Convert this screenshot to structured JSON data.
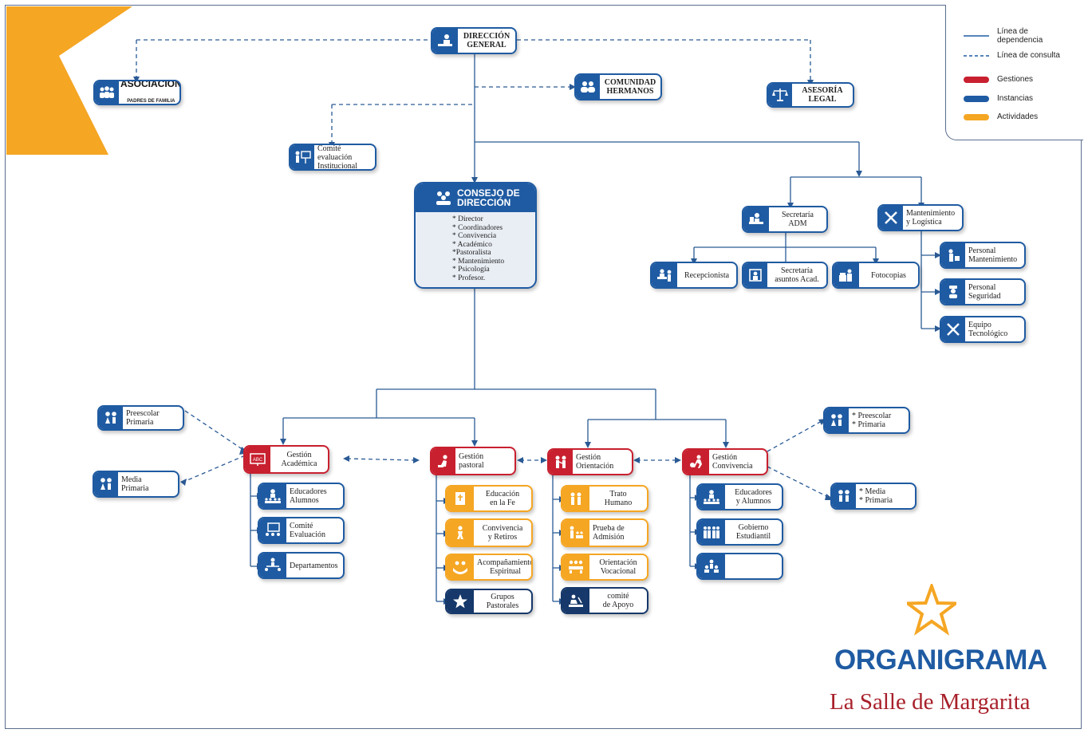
{
  "title": "ORGANIGRAMA",
  "subtitle": "La Salle de  Margarita",
  "colors": {
    "gestiones": "#c8202f",
    "instancias": "#1f5ba2",
    "actividades": "#f5a623"
  },
  "legend": {
    "solid_line": "Línea de dependencia",
    "dashed_line": "Línea de consulta",
    "gestiones": "Gestiones",
    "instancias": "Instancias",
    "actividades": "Actividades"
  },
  "top": {
    "direccion": "DIRECCIÓN\nGENERAL",
    "asociacion_l1": "ASOCIACIÓN",
    "asociacion_l2": "PADRES DE FAMILIA",
    "comunidad": "COMUNIDAD\nHERMANOS",
    "asesoria": "ASESORÍA\nLEGAL",
    "comite_eval": "Comité evaluación\nInstitucional"
  },
  "consejo": {
    "title": "CONSEJO DE\nDIRECCIÓN",
    "members": [
      "* Director",
      "* Coordinadores",
      "* Convivencia",
      "* Académico",
      "*Pastoralista",
      "* Mantenimiento",
      "* Psicología",
      "* Profesor."
    ]
  },
  "admin": {
    "secretaria_adm": "Secretaría\nADM",
    "mantenimiento": "Mantenimiento\ny Logística",
    "recepcionista": "Recepcionista",
    "secretaria_acad": "Secretaría\nasuntos Acad.",
    "fotocopias": "Fotocopias",
    "personal_mant": "Personal\nMantenimiento",
    "personal_seg": "Personal\nSeguridad",
    "equipo_tec": "Equipo\nTecnológico"
  },
  "gestiones": {
    "academica": "Gestión\nAcadémica",
    "pastoral": "Gestión\npastoral",
    "orientacion": "Gestión\nOrientación",
    "convivencia": "Gestión\nConvivencia"
  },
  "academica_items": {
    "preescolar": "Preescolar\nPrimaria",
    "media": "Media\nPrimaria",
    "educadores": "Educadores\nAlumnos",
    "comite": "Comité\nEvaluación",
    "departamentos": "Departamentos"
  },
  "pastoral_items": {
    "educacion_fe": "Educación\nen la Fe",
    "convivencia_retiros": "Convivencia\ny Retiros",
    "acompanamiento": "Acompañamiento\nEspiritual",
    "grupos": "Grupos\nPastorales"
  },
  "orientacion_items": {
    "trato": "Trato\nHumano",
    "pruebas": "Prueba de\nAdmisión",
    "vocacional": "Orientación\nVocacional",
    "comite_apoyo": "comité\nde Apoyo"
  },
  "convivencia_items": {
    "preescolar": "* Preescolar\n* Primaria",
    "media": "* Media\n* Primaria",
    "educadores": "Educadores\ny Alumnos",
    "gobierno": "Gobierno\nEstudiantil",
    "blank": ""
  }
}
